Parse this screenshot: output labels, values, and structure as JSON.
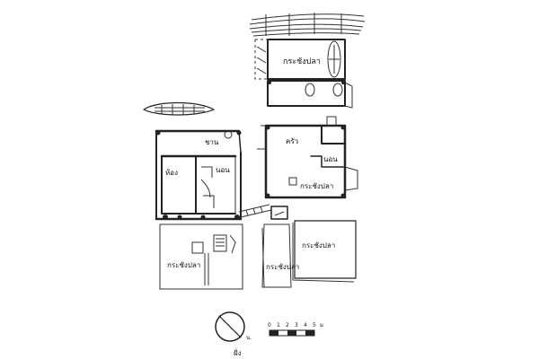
{
  "labels": {
    "room_top": "กระชังปลา",
    "porch_left": "ชาน",
    "room_main": "ครัว",
    "room_left_a": "ห้อง",
    "room_left_b": "นอน",
    "room_right_bedroom": "นอน",
    "cage_center": "กระชังปลา",
    "cage_bottom_left": "กระชังปลา",
    "cage_bottom_mid": "กระชังปลา",
    "cage_bottom_right": "กระชังปลา"
  },
  "scale_bar": {
    "ticks": [
      "0",
      "1",
      "2",
      "3",
      "4",
      "5",
      "ม"
    ]
  },
  "compass": {
    "north_label": "น.",
    "south_label": "ฝั่ง"
  },
  "colors": {
    "ink": "#222222",
    "background": "#ffffff"
  }
}
